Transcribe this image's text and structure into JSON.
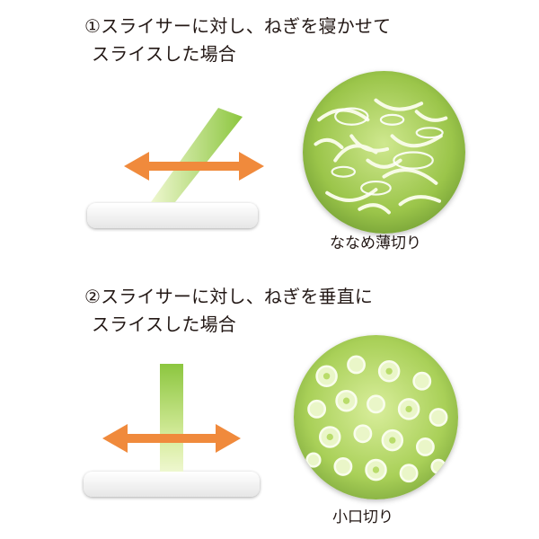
{
  "sections": [
    {
      "heading_line1": "①スライサーに対し、ねぎを寝かせて",
      "heading_line2": "スライスした場合",
      "arrow_icon": "double-headed-arrow-icon",
      "cut_caption": "ななめ薄切り"
    },
    {
      "heading_line1": "②スライサーに対し、ねぎを垂直に",
      "heading_line2": "スライスした場合",
      "arrow_icon": "double-headed-arrow-icon",
      "cut_caption": "小口切り"
    }
  ],
  "colors": {
    "arrow": "#f08a3c",
    "leek_light": "#eef7cf",
    "leek_dark": "#8cc63f",
    "slicer_board": "#f4f4f4",
    "leek_pile_base": "#7fa840"
  }
}
